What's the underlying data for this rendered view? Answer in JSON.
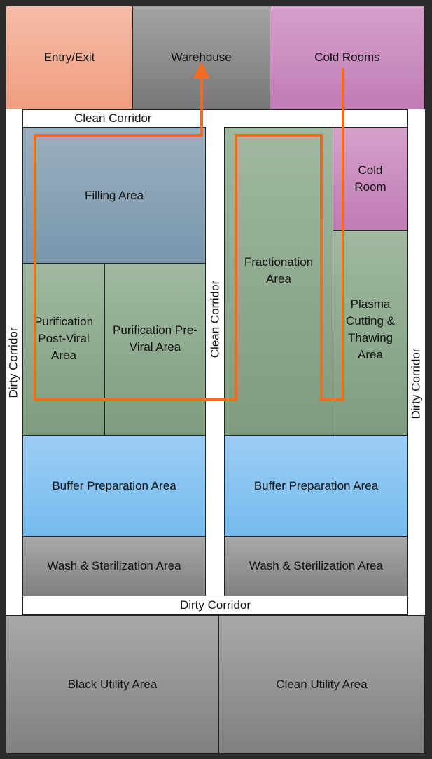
{
  "rooms": {
    "entry_exit": "Entry/Exit",
    "warehouse": "Warehouse",
    "cold_rooms": "Cold Rooms",
    "clean_corridor_top": "Clean Corridor",
    "filling_area": "Filling Area",
    "purification_post_viral": "Purification Post-Viral Area",
    "purification_pre_viral": "Purification Pre-Viral Area",
    "clean_corridor_vertical": "Clean Corridor",
    "fractionation_area": "Fractionation Area",
    "cold_room": "Cold Room",
    "plasma_cutting": "Plasma Cutting & Thawing Area",
    "dirty_corridor_left": "Dirty Corridor",
    "dirty_corridor_right": "Dirty Corridor",
    "buffer_prep_left": "Buffer Preparation Area",
    "buffer_prep_right": "Buffer Preparation Area",
    "wash_left": "Wash & Sterilization Area",
    "wash_right": "Wash & Sterilization Area",
    "dirty_corridor_bottom": "Dirty Corridor",
    "black_utility": "Black Utility Area",
    "clean_utility": "Clean Utility Area"
  },
  "flow_color": "#f26b21"
}
